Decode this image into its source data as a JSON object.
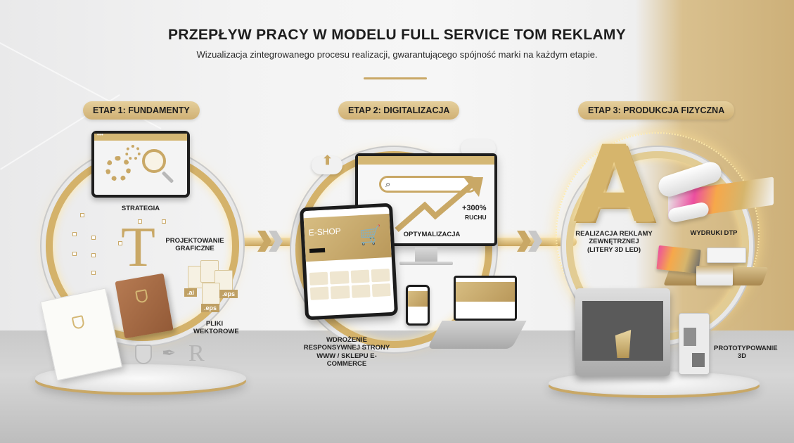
{
  "header": {
    "title": "PRZEPŁYW PRACY W MODELU FULL SERVICE TOM REKLAMY",
    "subtitle": "Wizualizacja zintegrowanego procesu realizacji, gwarantującego spójność marki na każdym etapie."
  },
  "colors": {
    "accent_gold": "#c9a866",
    "pill_gold": "#d9bf86",
    "text_dark": "#1e1e1e",
    "silver": "#c8c8c8"
  },
  "stages": [
    {
      "label": "ETAP 1: FUNDAMENTY",
      "items": [
        {
          "label": "STRATEGIA",
          "icon": "strategy-tablet-gears-compass-icon"
        },
        {
          "label": "PROJEKTOWANIE GRAFICZNE",
          "icon": "vector-pen-t-letter-icon"
        },
        {
          "label": "PLIKI WEKTOROWE",
          "icon": "vector-files-icon",
          "file_tags": [
            ".ai",
            ".eps",
            ".eps"
          ]
        }
      ]
    },
    {
      "label": "ETAP 2: DIGITALIZACJA",
      "items": [
        {
          "label": "OPTYMALIZACJA",
          "icon": "seo-monitor-trend-icon",
          "metric": "+300%",
          "metric_label": "RUCHU"
        },
        {
          "label": "WDROŻENIE RESPONSYWNEJ STRONY WWW / SKLEPU E-COMMERCE",
          "icon": "responsive-devices-icon",
          "shop_title": "E-SHOP"
        }
      ]
    },
    {
      "label": "ETAP 3: PRODUKCJA FIZYCZNA",
      "items": [
        {
          "label": "REALIZACJA REKLAMY ZEWNĘTRZNEJ (LITERY 3D LED)",
          "icon": "led-letter-a-icon",
          "letter": "A"
        },
        {
          "label": "WYDRUKI DTP",
          "icon": "print-roll-cards-icon"
        },
        {
          "label": "PROTOTYPOWANIE 3D",
          "icon": "3d-printer-icon"
        }
      ]
    }
  ]
}
